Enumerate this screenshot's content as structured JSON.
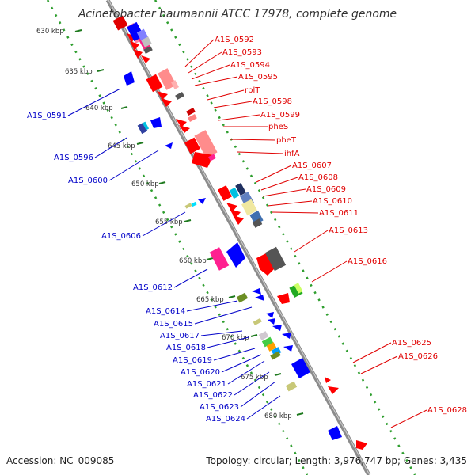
{
  "title": "Acinetobacter baumannii ATCC 17978, complete genome",
  "footer": {
    "accession": "Accession: NC_009085",
    "summary": "Topology: circular; Length: 3,976,747 bp; Genes: 3,435"
  },
  "colors": {
    "backbone": "#8c8c8c",
    "dotted_track": "#2e9e2e",
    "forward_label": "#e00000",
    "reverse_label": "#0000c8"
  },
  "ticks": [
    "630 kbp",
    "635 kbp",
    "640 kbp",
    "645 kbp",
    "650 kbp",
    "655 kbp",
    "660 kbp",
    "665 kbp",
    "670 kbp",
    "675 kbp",
    "680 kbp"
  ],
  "right_labels": [
    "A1S_0592",
    "A1S_0593",
    "A1S_0594",
    "A1S_0595",
    "rplT",
    "A1S_0598",
    "A1S_0599",
    "pheS",
    "pheT",
    "ihfA",
    "A1S_0607",
    "A1S_0608",
    "A1S_0609",
    "A1S_0610",
    "A1S_0611",
    "A1S_0613",
    "A1S_0616",
    "A1S_0625",
    "A1S_0626",
    "A1S_0628"
  ],
  "left_labels": [
    "A1S_0591",
    "A1S_0596",
    "A1S_0600",
    "A1S_0606",
    "A1S_0612",
    "A1S_0614",
    "A1S_0615",
    "A1S_0617",
    "A1S_0618",
    "A1S_0619",
    "A1S_0620",
    "A1S_0621",
    "A1S_0622",
    "A1S_0623",
    "A1S_0624"
  ]
}
